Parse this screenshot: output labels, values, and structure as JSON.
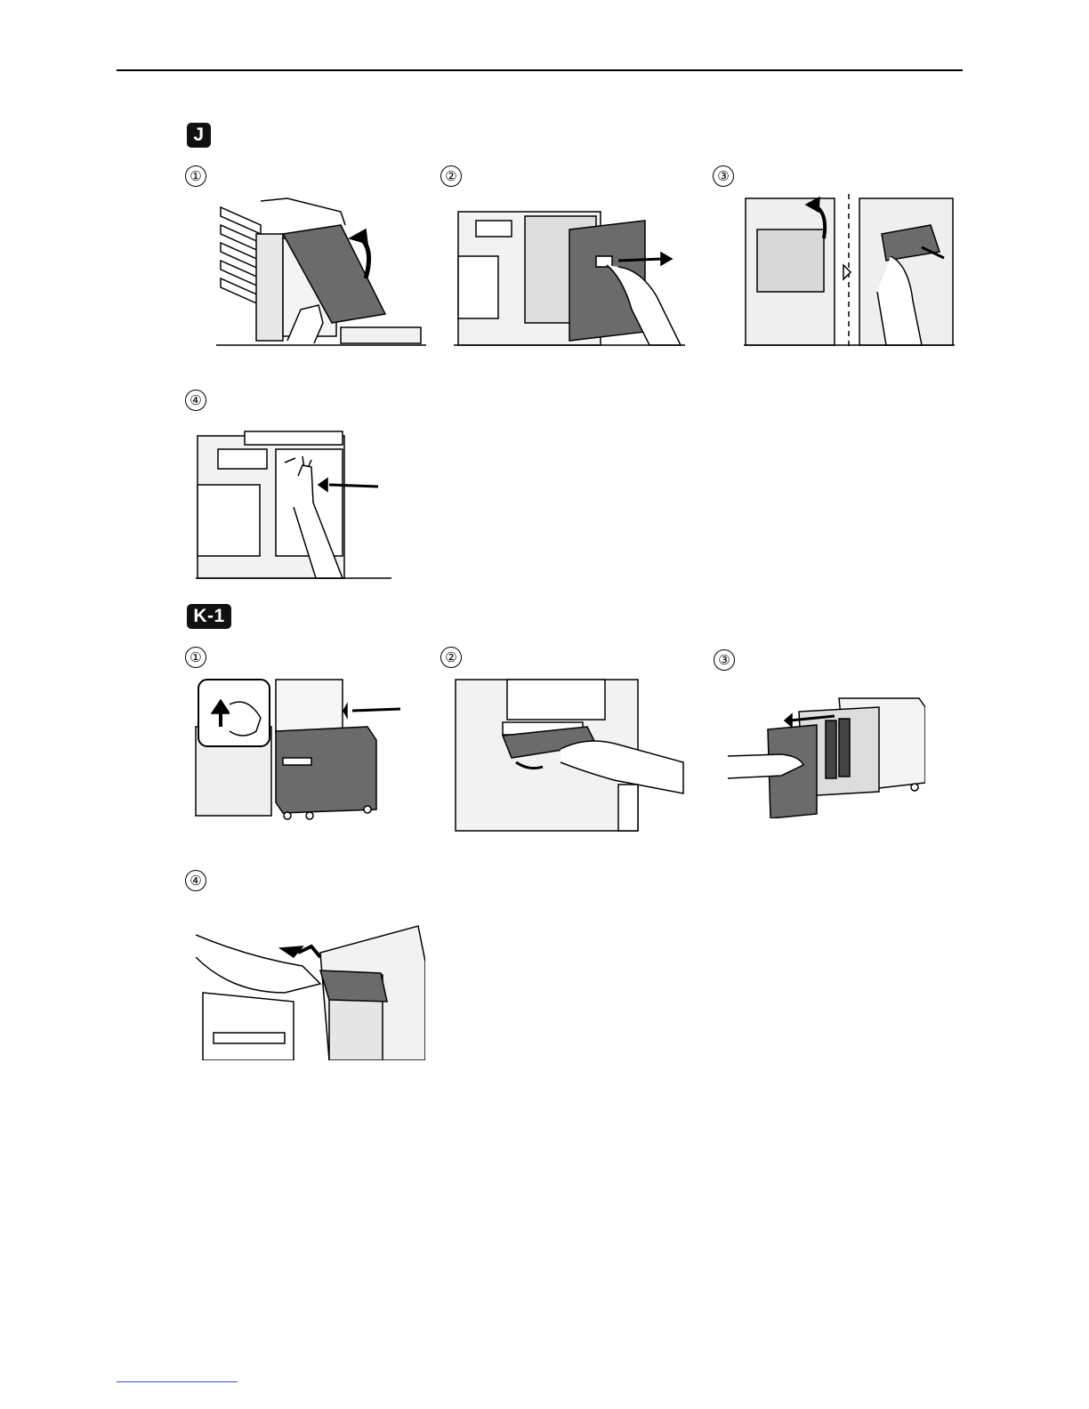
{
  "section_j": {
    "badge": "J",
    "steps": [
      "①",
      "②",
      "③",
      "④"
    ],
    "figures": [
      {
        "icon": "finisher-cover-open-illustration"
      },
      {
        "icon": "side-cover-open-illustration"
      },
      {
        "icon": "fuser-paper-removal-illustration"
      },
      {
        "icon": "side-cover-close-illustration"
      }
    ]
  },
  "section_k1": {
    "badge": "K-1",
    "steps": [
      "①",
      "②",
      "③",
      "④"
    ],
    "figures": [
      {
        "icon": "lcf-release-illustration"
      },
      {
        "icon": "paper-removal-feed-illustration"
      },
      {
        "icon": "lcf-drawer-pull-illustration"
      },
      {
        "icon": "lcf-inner-paper-removal-illustration"
      }
    ]
  },
  "colors": {
    "ink": "#000000",
    "panel_gray": "#6b6b6b",
    "light_gray": "#d9d9d9",
    "footer_link": "#3355cc"
  }
}
